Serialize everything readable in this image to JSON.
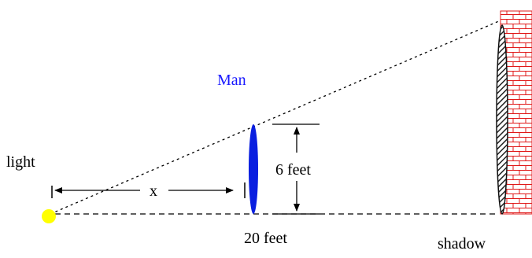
{
  "labels": {
    "light": "light",
    "man": "Man",
    "x": "x",
    "man_height": "6 feet",
    "distance": "20 feet",
    "shadow": "shadow"
  },
  "colors": {
    "man": "#0a1fe0",
    "man_label": "#1a1aff",
    "light": "#ffff00",
    "brick": "#e01818",
    "shadow_fill": "#222222",
    "line": "#000000"
  },
  "icons": {
    "light_source": "light-bulb-icon",
    "wall": "brick-wall-icon"
  }
}
